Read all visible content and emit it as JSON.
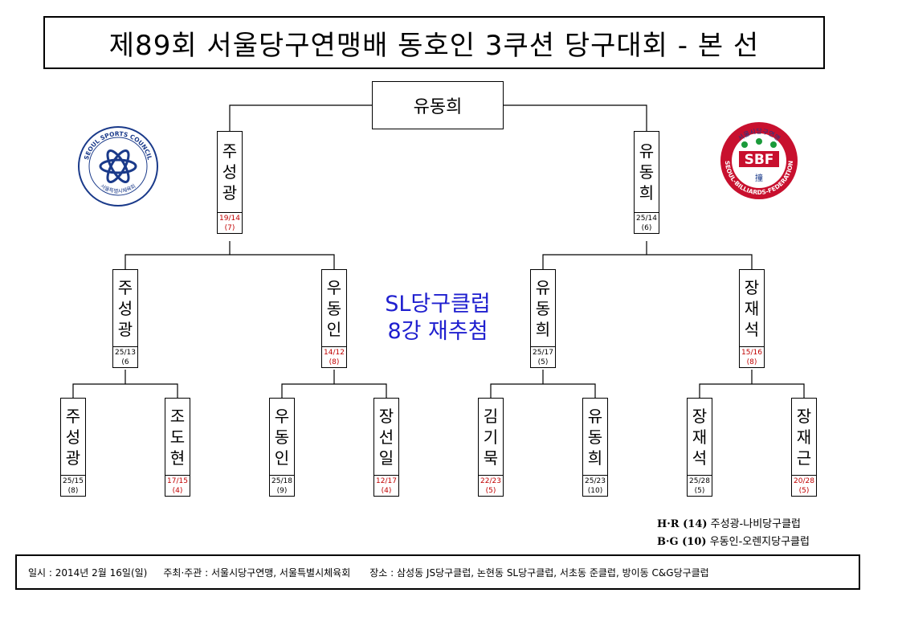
{
  "title": "제89회 서울당구연맹배 동호인 3쿠션 당구대회 - 본 선",
  "winner": "유동희",
  "semifinal": [
    {
      "name": "주성광",
      "score": "19/14",
      "inning": "(7)",
      "score_color": "#c00000"
    },
    {
      "name": "유동희",
      "score": "25/14",
      "inning": "(6)",
      "score_color": "#000000"
    }
  ],
  "quarterfinal": [
    {
      "name": "주성광",
      "score": "25/13",
      "inning": "(6",
      "score_color": "#000000"
    },
    {
      "name": "우동인",
      "score": "14/12",
      "inning": "(8)",
      "score_color": "#c00000"
    },
    {
      "name": "유동희",
      "score": "25/17",
      "inning": "(5)",
      "score_color": "#000000"
    },
    {
      "name": "장재석",
      "score": "15/16",
      "inning": "(8)",
      "score_color": "#c00000"
    }
  ],
  "round_of_8": [
    {
      "name": "주성광",
      "score": "25/15",
      "inning": "(8)",
      "score_color": "#000000"
    },
    {
      "name": "조도현",
      "score": "17/15",
      "inning": "(4)",
      "score_color": "#c00000"
    },
    {
      "name": "우동인",
      "score": "25/18",
      "inning": "(9)",
      "score_color": "#000000"
    },
    {
      "name": "장선일",
      "score": "12/17",
      "inning": "(4)",
      "score_color": "#c00000"
    },
    {
      "name": "김기묵",
      "score": "22/23",
      "inning": "(5)",
      "score_color": "#c00000"
    },
    {
      "name": "유동희",
      "score": "25/23",
      "inning": "(10)",
      "score_color": "#000000"
    },
    {
      "name": "장재석",
      "score": "25/28",
      "inning": "(5)",
      "score_color": "#000000"
    },
    {
      "name": "장재근",
      "score": "20/28",
      "inning": "(5)",
      "score_color": "#c00000"
    }
  ],
  "center_note": {
    "line1": "SL당구클럽",
    "line2": "8강 재추첨",
    "color": "#1f1fcf"
  },
  "logos": {
    "left": {
      "text": "SEOUL SPORTS COUNCIL",
      "sub": "서울특별시체육회",
      "color": "#1a3a8a"
    },
    "right": {
      "text": "SEOUL-BILLIARDS-FEDERATION",
      "letters": "SBF",
      "top": "서울시당구연맹",
      "mark": "撞",
      "color": "#c8102e"
    }
  },
  "awards": [
    {
      "code": "H·R (14)",
      "text": "주성광-나비당구클럽"
    },
    {
      "code": "B·G (10)",
      "text": "우동인-오렌지당구클럽"
    }
  ],
  "footer": {
    "date_label": "일시 : 2014년 2월 16일(일)",
    "host_label": "주최·주관 : 서울시당구연맹, 서울특별시체육회",
    "venue_label": "장소 : 삼성동 JS당구클럽, 논현동 SL당구클럽, 서초동 준클럽, 방이동 C&G당구클럽"
  }
}
